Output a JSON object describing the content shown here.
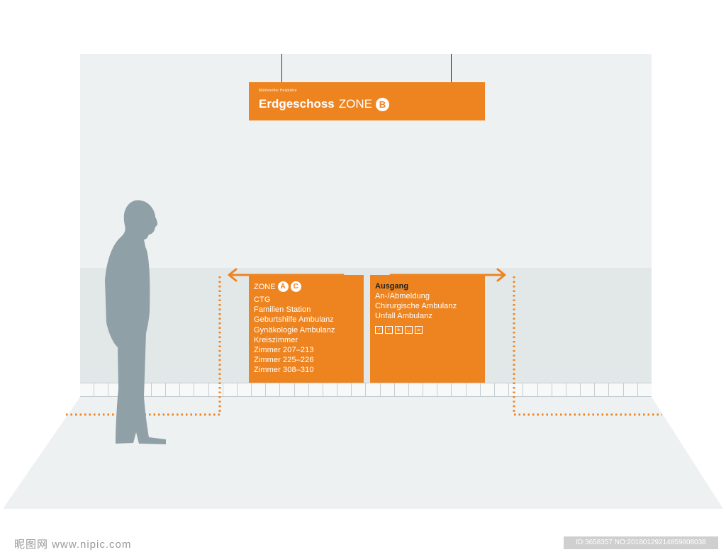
{
  "hanging_sign": {
    "subtitle": "Mühlviertler Heilplätze",
    "floor_name": "Erdgeschoss",
    "zone_label": "ZONE",
    "zone_letter": "B"
  },
  "left_sign": {
    "zone_label": "ZONE",
    "zone_letters": [
      "A",
      "C"
    ],
    "items": [
      "CTG",
      "Familien Station",
      "Geburtshilfe Ambulanz",
      "Gynäkologie Ambulanz",
      "Kreiszimmer",
      "Zimmer 207–213",
      "Zimmer 225–226",
      "Zimmer 308–310"
    ]
  },
  "right_sign": {
    "title": "Ausgang",
    "items": [
      "An-/Abmeldung",
      "Chirurgische Ambulanz",
      "Unfall Ambulanz"
    ],
    "pictograms": [
      "toilet-men-icon",
      "toilet-women-icon",
      "wheelchair-icon",
      "baby-change-icon",
      "cafe-icon"
    ]
  },
  "colors": {
    "sign_orange": "#ee8420",
    "wall": "#eef1f1",
    "silhouette": "#8fa0a6"
  },
  "watermark": {
    "site": "昵图网 www.nipic.com",
    "id_text": "ID:3658357 NO:20180129214859808038"
  }
}
